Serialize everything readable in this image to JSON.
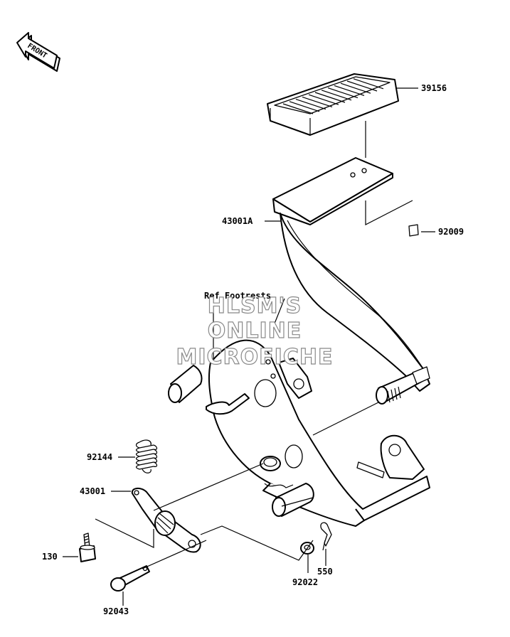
{
  "front_arrow": {
    "text": "FRONT"
  },
  "parts": [
    {
      "number": "39156"
    },
    {
      "number": "92009"
    },
    {
      "number": "43001A"
    },
    {
      "number": "92144"
    },
    {
      "number": "43001"
    },
    {
      "number": "130"
    },
    {
      "number": "92043"
    },
    {
      "number": "92022"
    },
    {
      "number": "550"
    }
  ],
  "reference": "Ref Footrests",
  "watermark": [
    "HLSM'S",
    "ONLINE",
    "MICROFICHE"
  ]
}
